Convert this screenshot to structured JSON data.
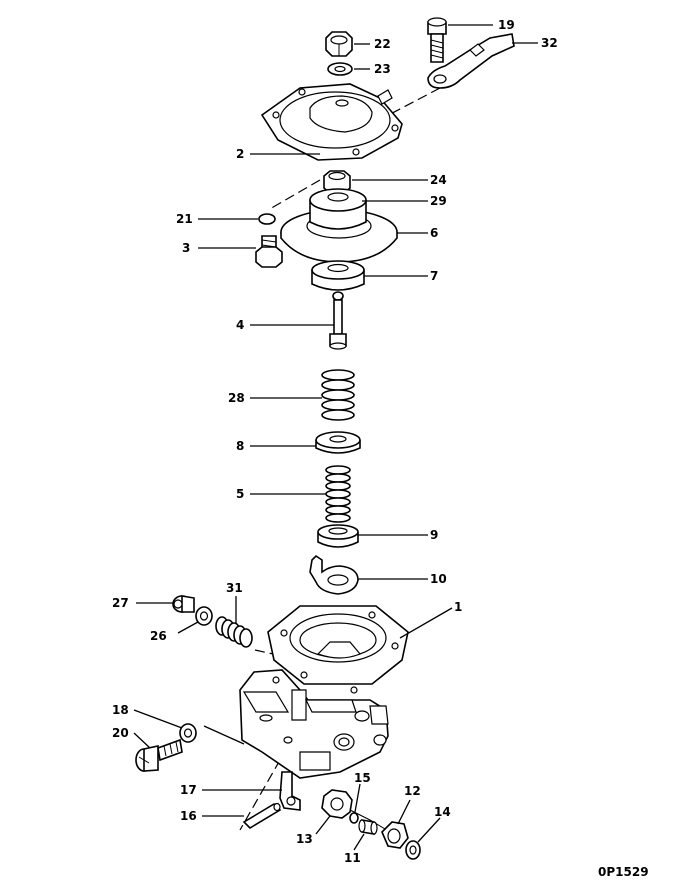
{
  "diagram": {
    "callouts": [
      {
        "id": "c1",
        "label": "1"
      },
      {
        "id": "c2",
        "label": "2"
      },
      {
        "id": "c3",
        "label": "3"
      },
      {
        "id": "c4",
        "label": "4"
      },
      {
        "id": "c5",
        "label": "5"
      },
      {
        "id": "c6",
        "label": "6"
      },
      {
        "id": "c7",
        "label": "7"
      },
      {
        "id": "c8",
        "label": "8"
      },
      {
        "id": "c9",
        "label": "9"
      },
      {
        "id": "c10",
        "label": "10"
      },
      {
        "id": "c11",
        "label": "11"
      },
      {
        "id": "c12",
        "label": "12"
      },
      {
        "id": "c13",
        "label": "13"
      },
      {
        "id": "c14",
        "label": "14"
      },
      {
        "id": "c15",
        "label": "15"
      },
      {
        "id": "c16",
        "label": "16"
      },
      {
        "id": "c17",
        "label": "17"
      },
      {
        "id": "c18",
        "label": "18"
      },
      {
        "id": "c19",
        "label": "19"
      },
      {
        "id": "c20",
        "label": "20"
      },
      {
        "id": "c21",
        "label": "21"
      },
      {
        "id": "c22",
        "label": "22"
      },
      {
        "id": "c23",
        "label": "23"
      },
      {
        "id": "c24",
        "label": "24"
      },
      {
        "id": "c26",
        "label": "26"
      },
      {
        "id": "c27",
        "label": "27"
      },
      {
        "id": "c28",
        "label": "28"
      },
      {
        "id": "c29",
        "label": "29"
      },
      {
        "id": "c31",
        "label": "31"
      },
      {
        "id": "c32",
        "label": "32"
      }
    ],
    "footer_code": "0P1529"
  }
}
